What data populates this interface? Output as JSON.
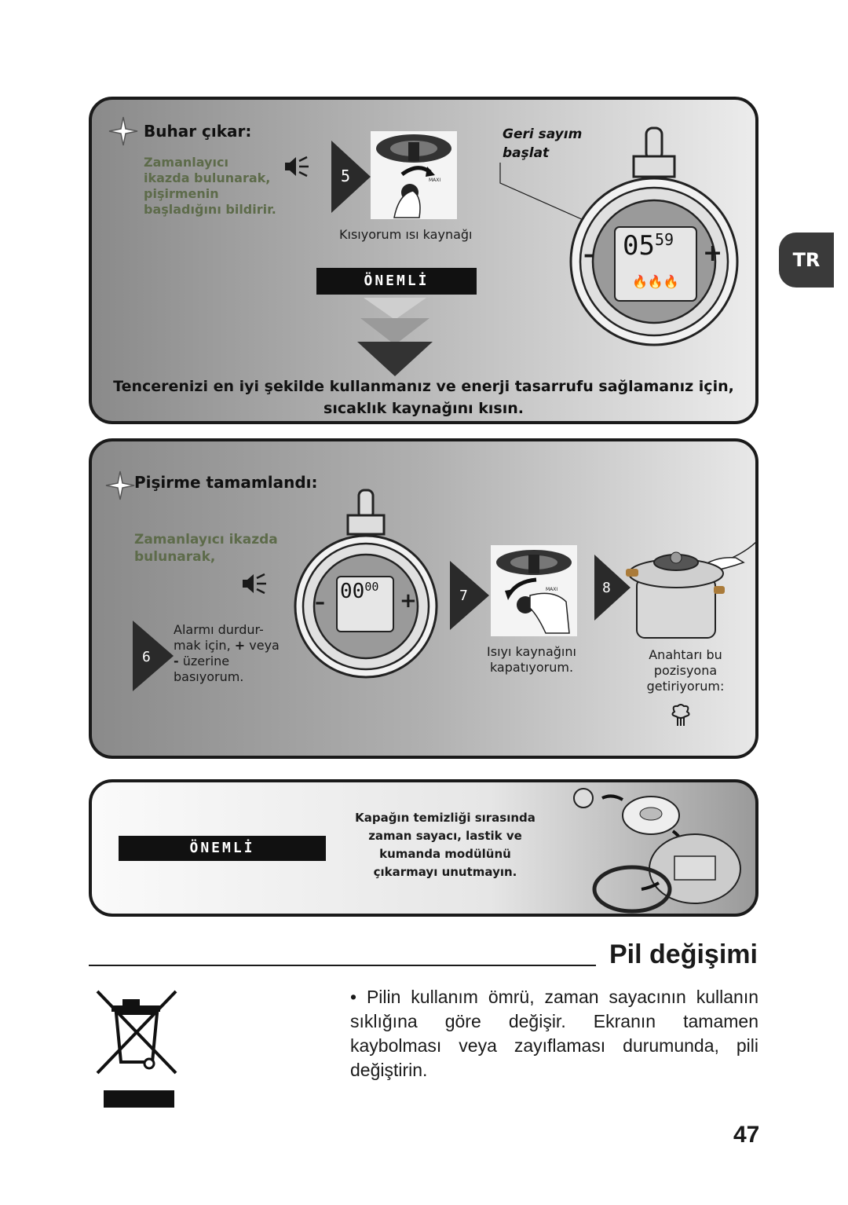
{
  "tab_label": "TR",
  "panel_steam": {
    "heading": "Buhar çıkar:",
    "note": [
      "Zamanlayıcı",
      "ikazda bulunarak,",
      "pişirmenin",
      "başladığını bildirir."
    ],
    "step_number": "5",
    "knob_label": "MAXI",
    "caption": "Kısıyorum ısı kaynağı",
    "countdown_label": [
      "Geri sayım",
      "başlat"
    ],
    "timer_display": "05",
    "timer_seconds": "59",
    "minus": "–",
    "plus": "+",
    "important_label": "ÖNEMLİ",
    "tip": [
      "Tencerenizi en iyi şekilde kullanmanız ve enerji tasarrufu sağlamanız için,",
      "sıcaklık kaynağını kısın."
    ]
  },
  "panel_done": {
    "heading": "Pişirme tamamlandı:",
    "note": [
      "Zamanlayıcı ikazda",
      "bulunarak,"
    ],
    "timer_display": "00",
    "timer_seconds": "00",
    "minus": "–",
    "plus": "+",
    "step6_number": "6",
    "step6_text": [
      "Alarmı durdur-",
      "mak için,",
      "veya",
      "üzerine",
      "basıyorum."
    ],
    "step6_plus": "+",
    "step6_minus": "-",
    "step7_number": "7",
    "knob_label": "MAXI",
    "step7_caption": [
      "Isıyı kaynağını",
      "kapatıyorum."
    ],
    "step8_number": "8",
    "step8_caption": [
      "Anahtarı bu",
      "pozisyona",
      "getiriyorum:"
    ]
  },
  "panel_clean": {
    "important_label": "ÖNEMLİ",
    "text": [
      "Kapağın temizliği sırasında",
      "zaman sayacı, lastik ve",
      "kumanda modülünü",
      "çıkarmayı unutmayın."
    ]
  },
  "battery_section": {
    "title": "Pil değişimi",
    "bullet": "•",
    "text": "Pilin kullanım ömrü, zaman sayacının kullanın sıklığına göre değişir. Ekranın tamamen kaybolması veya zayıflaması durumunda, pili değiştirin."
  },
  "page_number": "47"
}
